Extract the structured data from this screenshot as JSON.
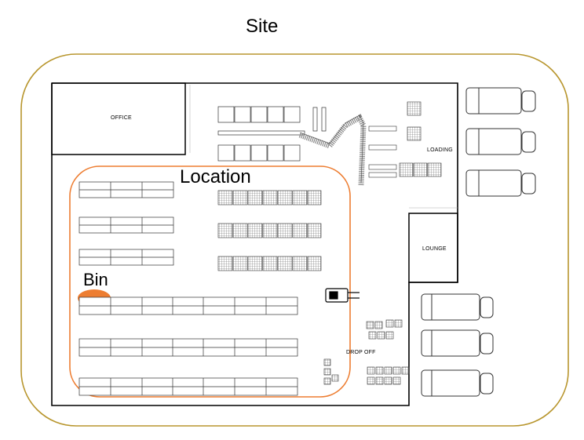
{
  "labels": {
    "site": "Site",
    "location": "Location",
    "bin": "Bin",
    "office": "OFFICE",
    "loading": "LOADING",
    "lounge": "LOUNGE",
    "drop_off": "DROP OFF"
  },
  "colors": {
    "site_boundary": "#b8962e",
    "location_boundary": "#ed7d31",
    "bin_fill": "#ed7d31",
    "walls": "#000000",
    "racks": "#555555"
  }
}
